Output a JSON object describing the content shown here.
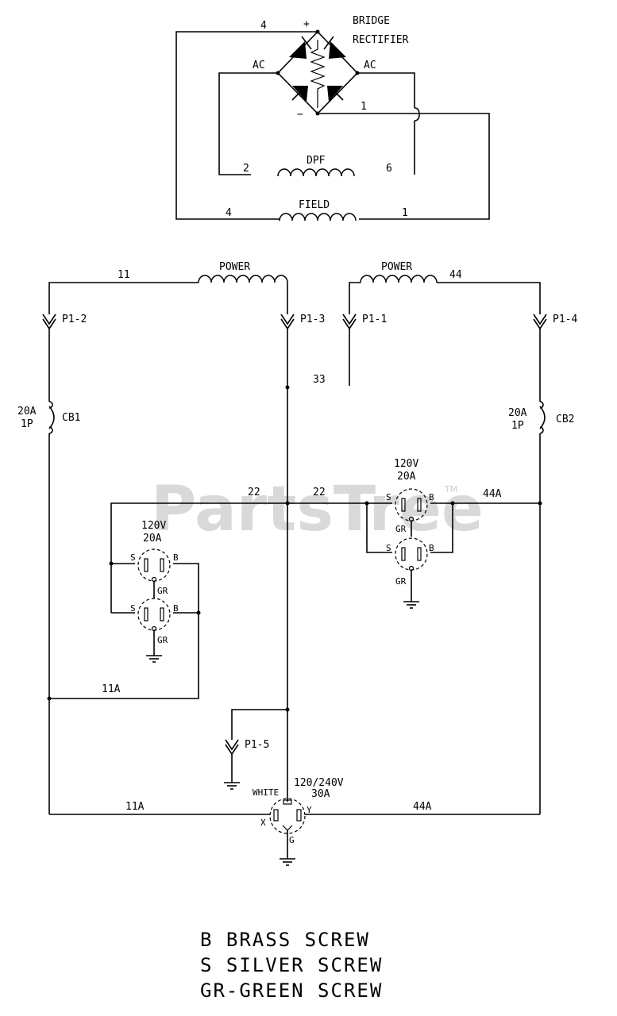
{
  "watermark": {
    "text": "PartsTree",
    "tm": "TM"
  },
  "rectifier": {
    "title_line1": "BRIDGE",
    "title_line2": "RECTIFIER",
    "plus": "+",
    "minus": "−",
    "ac_left": "AC",
    "ac_right": "AC"
  },
  "wires": {
    "w4_top": "4",
    "w1_neg": "1",
    "w2": "2",
    "w6": "6",
    "w4_field": "4",
    "w1_field": "1",
    "w11": "11",
    "w44": "44",
    "w33": "33",
    "w22_left": "22",
    "w22_right": "22",
    "w44a_top": "44A",
    "w11a_mid": "11A",
    "w11a_bot": "11A",
    "w44a_bot": "44A"
  },
  "windings": {
    "dpf": "DPF",
    "field": "FIELD",
    "power_left": "POWER",
    "power_right": "POWER"
  },
  "connectors": {
    "p1_2": "P1-2",
    "p1_3": "P1-3",
    "p1_1": "P1-1",
    "p1_4": "P1-4",
    "p1_5": "P1-5"
  },
  "breakers": {
    "cb1": {
      "name": "CB1",
      "rating": "20A",
      "poles": "1P"
    },
    "cb2": {
      "name": "CB2",
      "rating": "20A",
      "poles": "1P"
    }
  },
  "receptacles": {
    "left": {
      "voltage": "120V",
      "amps": "20A"
    },
    "right": {
      "voltage": "120V",
      "amps": "20A"
    },
    "twist": {
      "voltage": "120/240V",
      "amps": "30A",
      "white": "WHITE",
      "x": "X",
      "y": "Y",
      "g": "G"
    },
    "terminal_s": "S",
    "terminal_b": "B",
    "terminal_gr": "GR"
  },
  "legend": {
    "line1": "B BRASS SCREW",
    "line2": "S SILVER SCREW",
    "line3": "GR-GREEN SCREW"
  }
}
